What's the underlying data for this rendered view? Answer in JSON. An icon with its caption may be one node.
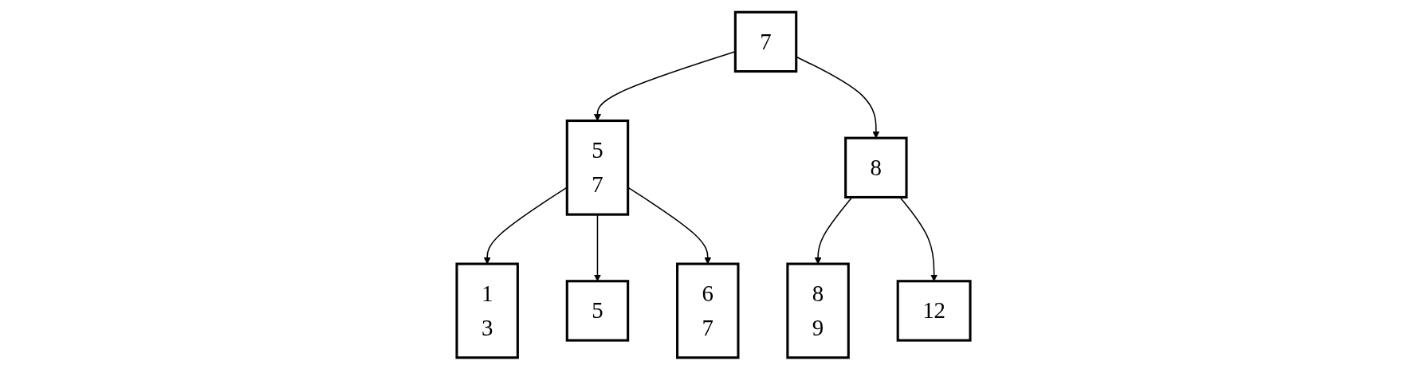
{
  "diagram": {
    "nodes": [
      {
        "text": [
          "7"
        ]
      },
      {
        "text": [
          "5",
          "7"
        ]
      },
      {
        "text": [
          "8"
        ]
      },
      {
        "text": [
          "1",
          "3"
        ]
      },
      {
        "text": [
          "5"
        ]
      },
      {
        "text": [
          "6",
          "7"
        ]
      },
      {
        "text": [
          "8",
          "9"
        ]
      },
      {
        "text": [
          "12"
        ]
      }
    ],
    "edges": [
      {
        "from": 0,
        "to": 1,
        "arrow": "to"
      },
      {
        "from": 0,
        "to": 2,
        "arrow": "to"
      },
      {
        "from": 1,
        "to": 3,
        "arrow": "to"
      },
      {
        "from": 1,
        "to": 4,
        "arrow": "to"
      },
      {
        "from": 1,
        "to": 5,
        "arrow": "to"
      },
      {
        "from": 2,
        "to": 6,
        "arrow": "to"
      },
      {
        "from": 2,
        "to": 7,
        "arrow": "to"
      }
    ]
  }
}
